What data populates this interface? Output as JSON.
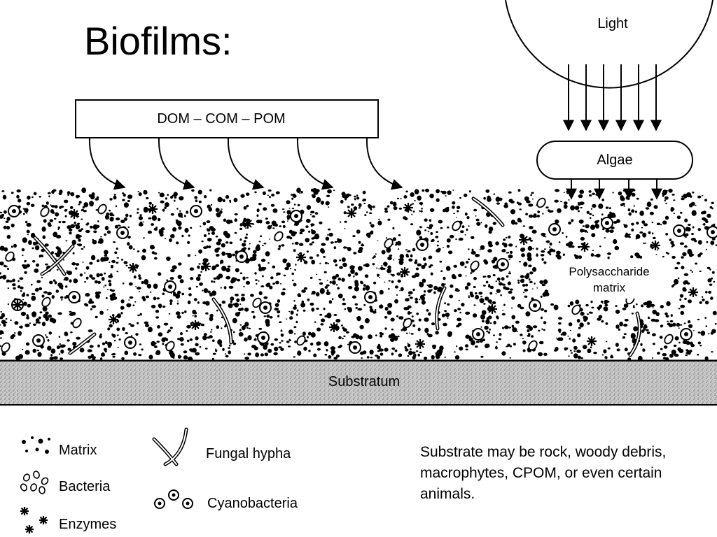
{
  "title": "Biofilms:",
  "top_box_label": "DOM – COM – POM",
  "light_label": "Light",
  "algae_label": "Algae",
  "matrix_label_line1": "Polysaccharide",
  "matrix_label_line2": "matrix",
  "substratum_label": "Substratum",
  "legend": {
    "matrix": "Matrix",
    "bacteria": "Bacteria",
    "enzymes": "Enzymes",
    "fungal_hypha": "Fungal hypha",
    "cyanobacteria": "Cyanobacteria"
  },
  "substrate_note": "Substrate may be rock, woody debris, macrophytes, CPOM, or even certain animals."
}
